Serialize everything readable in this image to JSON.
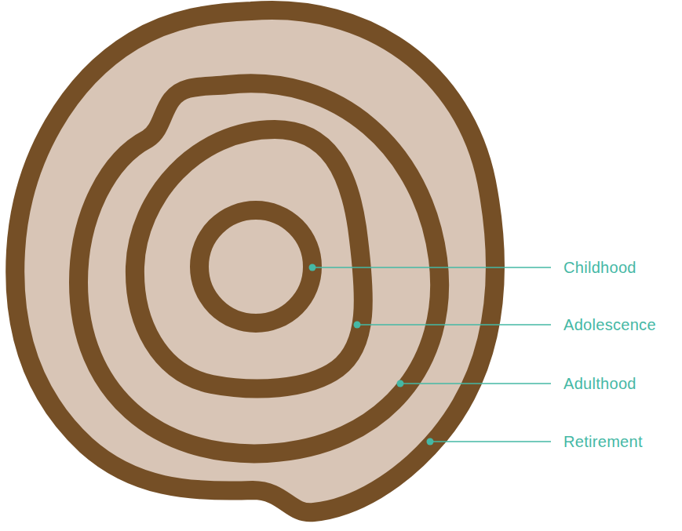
{
  "diagram": {
    "labels": [
      "Childhood",
      "Adolescence",
      "Adulthood",
      "Retirement"
    ]
  }
}
